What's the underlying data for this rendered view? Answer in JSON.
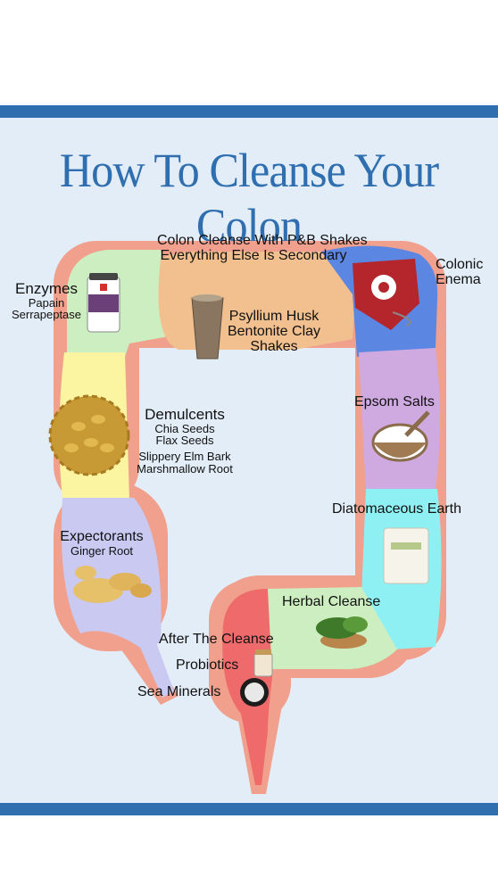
{
  "title": "How To Cleanse Your Colon",
  "intro": {
    "line1": "Colon Cleanse With P&B Shakes",
    "line2": "Everything Else Is Secondary"
  },
  "sections": {
    "enzymes": {
      "heading": "Enzymes",
      "items": [
        "Papain",
        "Serrapeptase"
      ]
    },
    "shakes": {
      "items": [
        "Psyllium Husk",
        "Bentonite Clay",
        "Shakes"
      ]
    },
    "enema": {
      "heading_line1": "Colonic",
      "heading_line2": "Enema"
    },
    "demulcents": {
      "heading": "Demulcents",
      "items": [
        "Chia Seeds",
        "Flax Seeds",
        "Slippery Elm Bark",
        "Marshmallow Root"
      ]
    },
    "epsom": {
      "heading": "Epsom Salts"
    },
    "diatomaceous": {
      "heading": "Diatomaceous Earth"
    },
    "expectorants": {
      "heading": "Expectorants",
      "items": [
        "Ginger Root"
      ]
    },
    "herbal": {
      "heading": "Herbal Cleanse"
    },
    "after": {
      "heading": "After The Cleanse",
      "items": [
        "Probiotics",
        "Sea Minerals"
      ]
    }
  },
  "colors": {
    "brand_blue": "#2f6fb0",
    "background": "#e3edf7",
    "outline": "#f0a08c",
    "segment_green": "#cdeec0",
    "segment_tan": "#f2c08e",
    "segment_blue": "#5b86e2",
    "segment_yellow": "#fbf4a0",
    "segment_purple": "#cfaae0",
    "segment_cyan": "#8ff0f4",
    "segment_lavender": "#c9c9f2",
    "segment_red": "#ef6b6b"
  }
}
